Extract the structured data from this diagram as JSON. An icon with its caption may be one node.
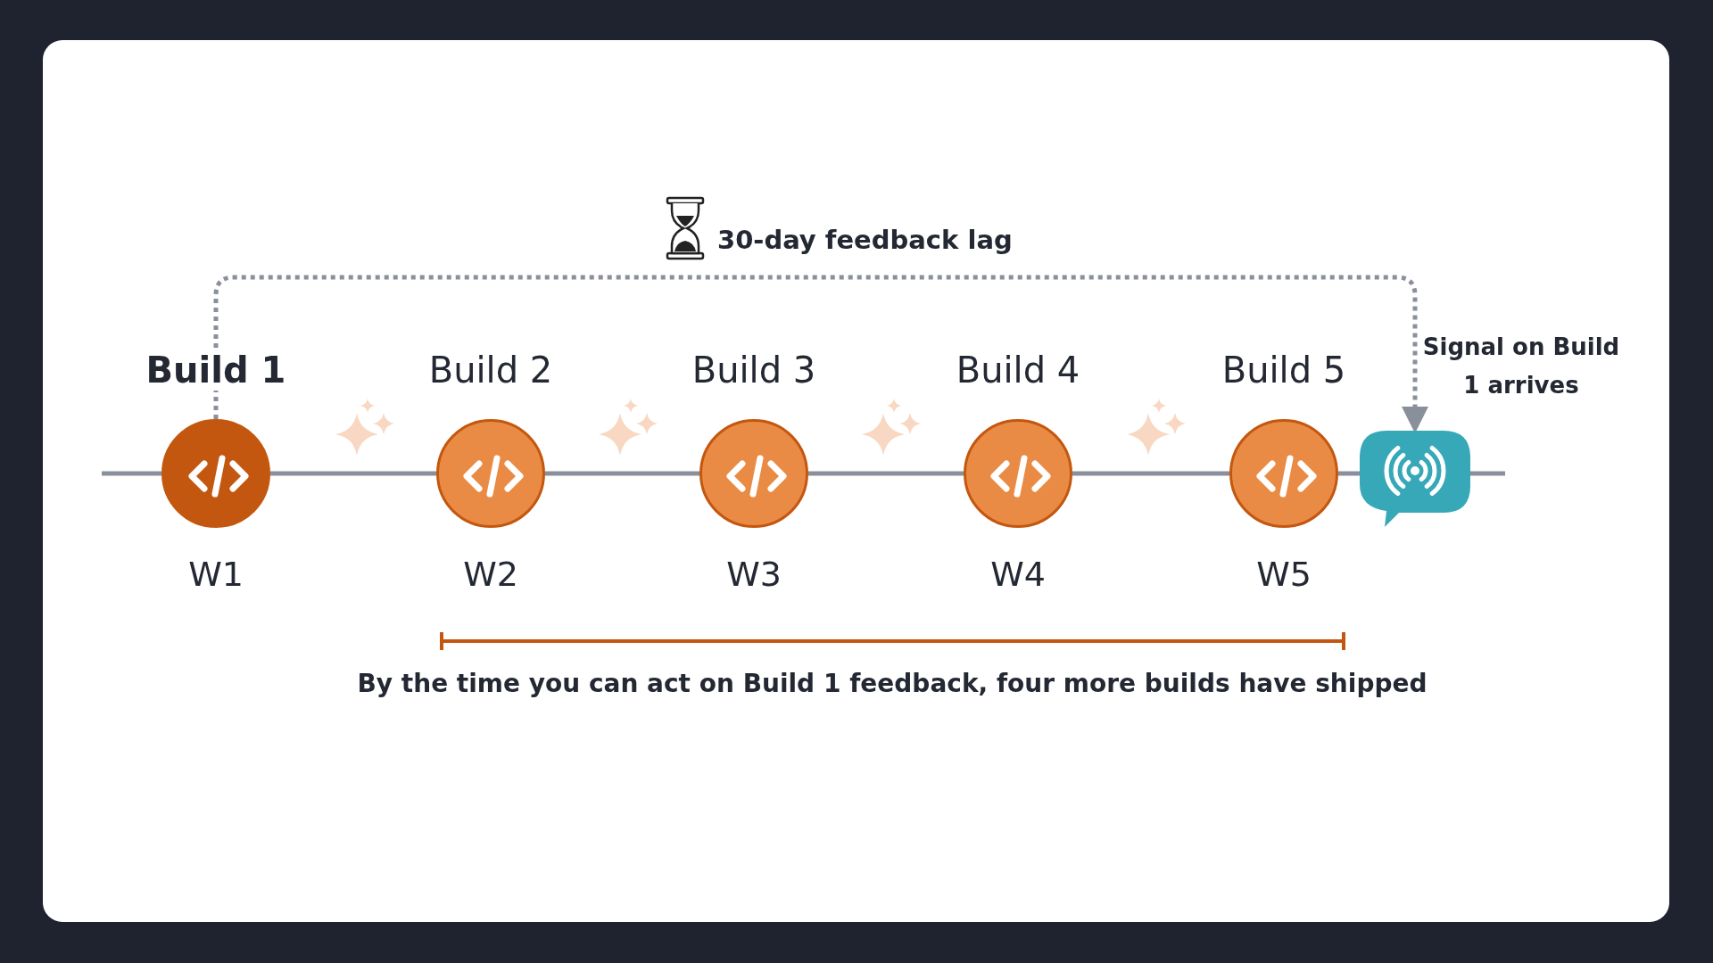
{
  "diagram": {
    "nodes": [
      {
        "text": [
          "Build 1"
        ],
        "beside": [
          "W1"
        ]
      },
      {
        "text": [
          "Build 2"
        ],
        "beside": [
          "W2"
        ]
      },
      {
        "text": [
          "Build 3"
        ],
        "beside": [
          "W3"
        ]
      },
      {
        "text": [
          "Build 4"
        ],
        "beside": [
          "W4"
        ]
      },
      {
        "text": [
          "Build 5"
        ],
        "beside": [
          "W5"
        ]
      },
      {
        "text": [
          "Signal on Build 1 arrives"
        ]
      }
    ],
    "edges": [
      {
        "from": 0,
        "to": 1,
        "arrow": "none"
      },
      {
        "from": 1,
        "to": 2,
        "arrow": "none"
      },
      {
        "from": 2,
        "to": 3,
        "arrow": "none"
      },
      {
        "from": 3,
        "to": 4,
        "arrow": "none"
      },
      {
        "from": 4,
        "to": 5,
        "arrow": "none"
      },
      {
        "from": 0,
        "to": 5,
        "arrow": "to",
        "style": "dashed",
        "label": "30-day feedback lag"
      }
    ],
    "labels": [
      "By the time you can act on Build 1 feedback, four more builds have shipped"
    ]
  }
}
